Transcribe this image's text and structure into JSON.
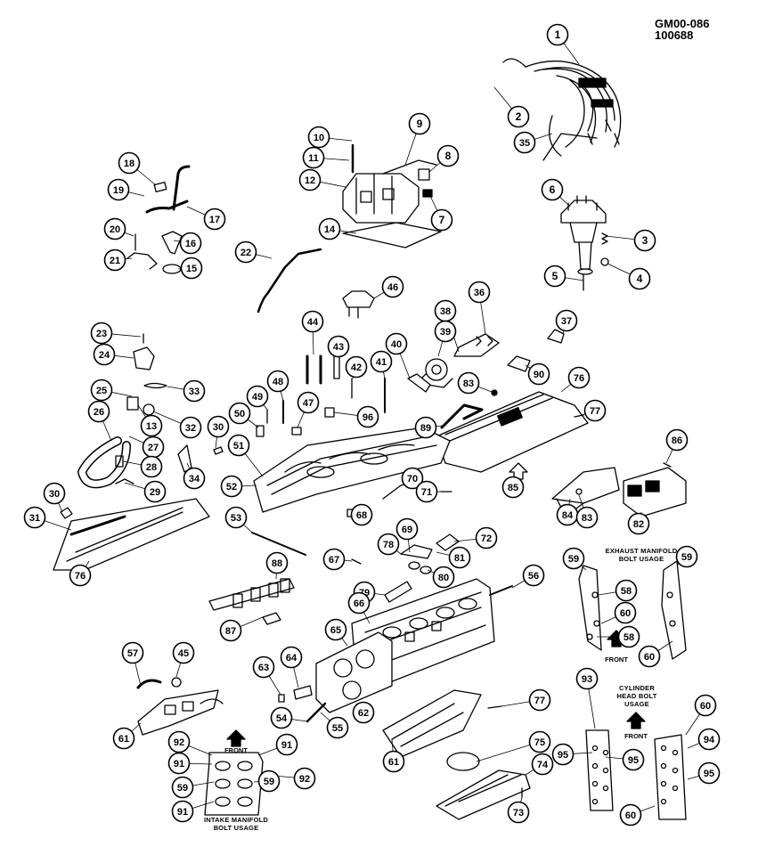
{
  "header": {
    "code": "GM00-086",
    "date": "100688"
  },
  "captions": {
    "exhaust": [
      "EXHAUST MANIFOLD",
      "BOLT USAGE"
    ],
    "cylinder": [
      "CYLINDER",
      "HEAD BOLT",
      "USAGE"
    ],
    "intake": [
      "INTAKE MANIFOLD",
      "BOLT USAGE"
    ],
    "front": "FRONT"
  },
  "callouts": [
    {
      "id": "c1",
      "n": "1"
    },
    {
      "id": "c2",
      "n": "2"
    },
    {
      "id": "c35",
      "n": "35"
    },
    {
      "id": "c6",
      "n": "6"
    },
    {
      "id": "c3",
      "n": "3"
    },
    {
      "id": "c4",
      "n": "4"
    },
    {
      "id": "c5",
      "n": "5"
    },
    {
      "id": "c10",
      "n": "10"
    },
    {
      "id": "c11",
      "n": "11"
    },
    {
      "id": "c12",
      "n": "12"
    },
    {
      "id": "c9",
      "n": "9"
    },
    {
      "id": "c8",
      "n": "8"
    },
    {
      "id": "c7",
      "n": "7"
    },
    {
      "id": "c14",
      "n": "14"
    },
    {
      "id": "c18",
      "n": "18"
    },
    {
      "id": "c19",
      "n": "19"
    },
    {
      "id": "c17",
      "n": "17"
    },
    {
      "id": "c20",
      "n": "20"
    },
    {
      "id": "c16",
      "n": "16"
    },
    {
      "id": "c21",
      "n": "21"
    },
    {
      "id": "c15",
      "n": "15"
    },
    {
      "id": "c22",
      "n": "22"
    },
    {
      "id": "c46",
      "n": "46"
    },
    {
      "id": "c36",
      "n": "36"
    },
    {
      "id": "c38",
      "n": "38"
    },
    {
      "id": "c39",
      "n": "39"
    },
    {
      "id": "c37",
      "n": "37"
    },
    {
      "id": "c44",
      "n": "44"
    },
    {
      "id": "c43",
      "n": "43"
    },
    {
      "id": "c42",
      "n": "42"
    },
    {
      "id": "c40",
      "n": "40"
    },
    {
      "id": "c41",
      "n": "41"
    },
    {
      "id": "c90",
      "n": "90"
    },
    {
      "id": "c83a",
      "n": "83"
    },
    {
      "id": "c76a",
      "n": "76"
    },
    {
      "id": "c77a",
      "n": "77"
    },
    {
      "id": "c23",
      "n": "23"
    },
    {
      "id": "c24",
      "n": "24"
    },
    {
      "id": "c25",
      "n": "25"
    },
    {
      "id": "c33",
      "n": "33"
    },
    {
      "id": "c48",
      "n": "48"
    },
    {
      "id": "c49",
      "n": "49"
    },
    {
      "id": "c47",
      "n": "47"
    },
    {
      "id": "c50",
      "n": "50"
    },
    {
      "id": "c96",
      "n": "96"
    },
    {
      "id": "c89",
      "n": "89"
    },
    {
      "id": "c13",
      "n": "13"
    },
    {
      "id": "c26",
      "n": "26"
    },
    {
      "id": "c32",
      "n": "32"
    },
    {
      "id": "c30a",
      "n": "30"
    },
    {
      "id": "c27",
      "n": "27"
    },
    {
      "id": "c51",
      "n": "51"
    },
    {
      "id": "c28",
      "n": "28"
    },
    {
      "id": "c34",
      "n": "34"
    },
    {
      "id": "c29",
      "n": "29"
    },
    {
      "id": "c52",
      "n": "52"
    },
    {
      "id": "c86",
      "n": "86"
    },
    {
      "id": "c70",
      "n": "70"
    },
    {
      "id": "c85",
      "n": "85"
    },
    {
      "id": "c71",
      "n": "71"
    },
    {
      "id": "c30b",
      "n": "30"
    },
    {
      "id": "c84",
      "n": "84"
    },
    {
      "id": "c83b",
      "n": "83"
    },
    {
      "id": "c82",
      "n": "82"
    },
    {
      "id": "c31",
      "n": "31"
    },
    {
      "id": "c53",
      "n": "53"
    },
    {
      "id": "c68",
      "n": "68"
    },
    {
      "id": "c69",
      "n": "69"
    },
    {
      "id": "c72",
      "n": "72"
    },
    {
      "id": "c78",
      "n": "78"
    },
    {
      "id": "c81",
      "n": "81"
    },
    {
      "id": "c76b",
      "n": "76"
    },
    {
      "id": "c67",
      "n": "67"
    },
    {
      "id": "c80",
      "n": "80"
    },
    {
      "id": "c59a",
      "n": "59"
    },
    {
      "id": "c59b",
      "n": "59"
    },
    {
      "id": "c88",
      "n": "88"
    },
    {
      "id": "c79",
      "n": "79"
    },
    {
      "id": "c56",
      "n": "56"
    },
    {
      "id": "c58a",
      "n": "58"
    },
    {
      "id": "c66",
      "n": "66"
    },
    {
      "id": "c60a",
      "n": "60"
    },
    {
      "id": "c65",
      "n": "65"
    },
    {
      "id": "c87",
      "n": "87"
    },
    {
      "id": "c58b",
      "n": "58"
    },
    {
      "id": "c60b",
      "n": "60"
    },
    {
      "id": "c57",
      "n": "57"
    },
    {
      "id": "c45",
      "n": "45"
    },
    {
      "id": "c63",
      "n": "63"
    },
    {
      "id": "c64",
      "n": "64"
    },
    {
      "id": "c77b",
      "n": "77"
    },
    {
      "id": "c93",
      "n": "93"
    },
    {
      "id": "c62",
      "n": "62"
    },
    {
      "id": "c60c",
      "n": "60"
    },
    {
      "id": "c54",
      "n": "54"
    },
    {
      "id": "c55",
      "n": "55"
    },
    {
      "id": "c61a",
      "n": "61"
    },
    {
      "id": "c92a",
      "n": "92"
    },
    {
      "id": "c91a",
      "n": "91"
    },
    {
      "id": "c91b",
      "n": "91"
    },
    {
      "id": "c61b",
      "n": "61"
    },
    {
      "id": "c75",
      "n": "75"
    },
    {
      "id": "c94",
      "n": "94"
    },
    {
      "id": "c95a",
      "n": "95"
    },
    {
      "id": "c95b",
      "n": "95"
    },
    {
      "id": "c95c",
      "n": "95"
    },
    {
      "id": "c59c",
      "n": "59"
    },
    {
      "id": "c59d",
      "n": "59"
    },
    {
      "id": "c92b",
      "n": "92"
    },
    {
      "id": "c74",
      "n": "74"
    },
    {
      "id": "c91c",
      "n": "91"
    },
    {
      "id": "c73",
      "n": "73"
    },
    {
      "id": "c60d",
      "n": "60"
    }
  ]
}
